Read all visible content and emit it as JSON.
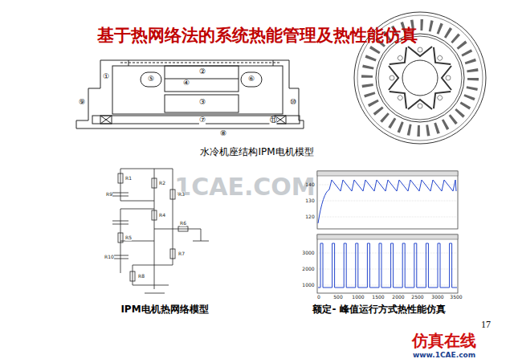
{
  "diagram": {
    "title": "基于热网络法的系统热能管理及热性能仿真",
    "labels": [
      "水冷机座结构IPM电机模型",
      "IPM电机热网络模型",
      "额定- 峰值运行方式热性能仿真",
      "17",
      "1CAE.COM",
      "仿真在线",
      "www.1CAE.com",
      "①",
      "②",
      "③",
      "④",
      "⑤",
      "⑥",
      "⑦",
      "⑧",
      "⑨",
      "⑩",
      "⑪",
      "R1",
      "R2",
      "R3",
      "R4",
      "R5",
      "R6",
      "R7",
      "R8",
      "R9",
      "R10",
      "140",
      "130",
      "120",
      "3000",
      "2000",
      "1000",
      "0",
      "500",
      "1000",
      "1500",
      "2000",
      "2500",
      "3000",
      "3500"
    ]
  }
}
